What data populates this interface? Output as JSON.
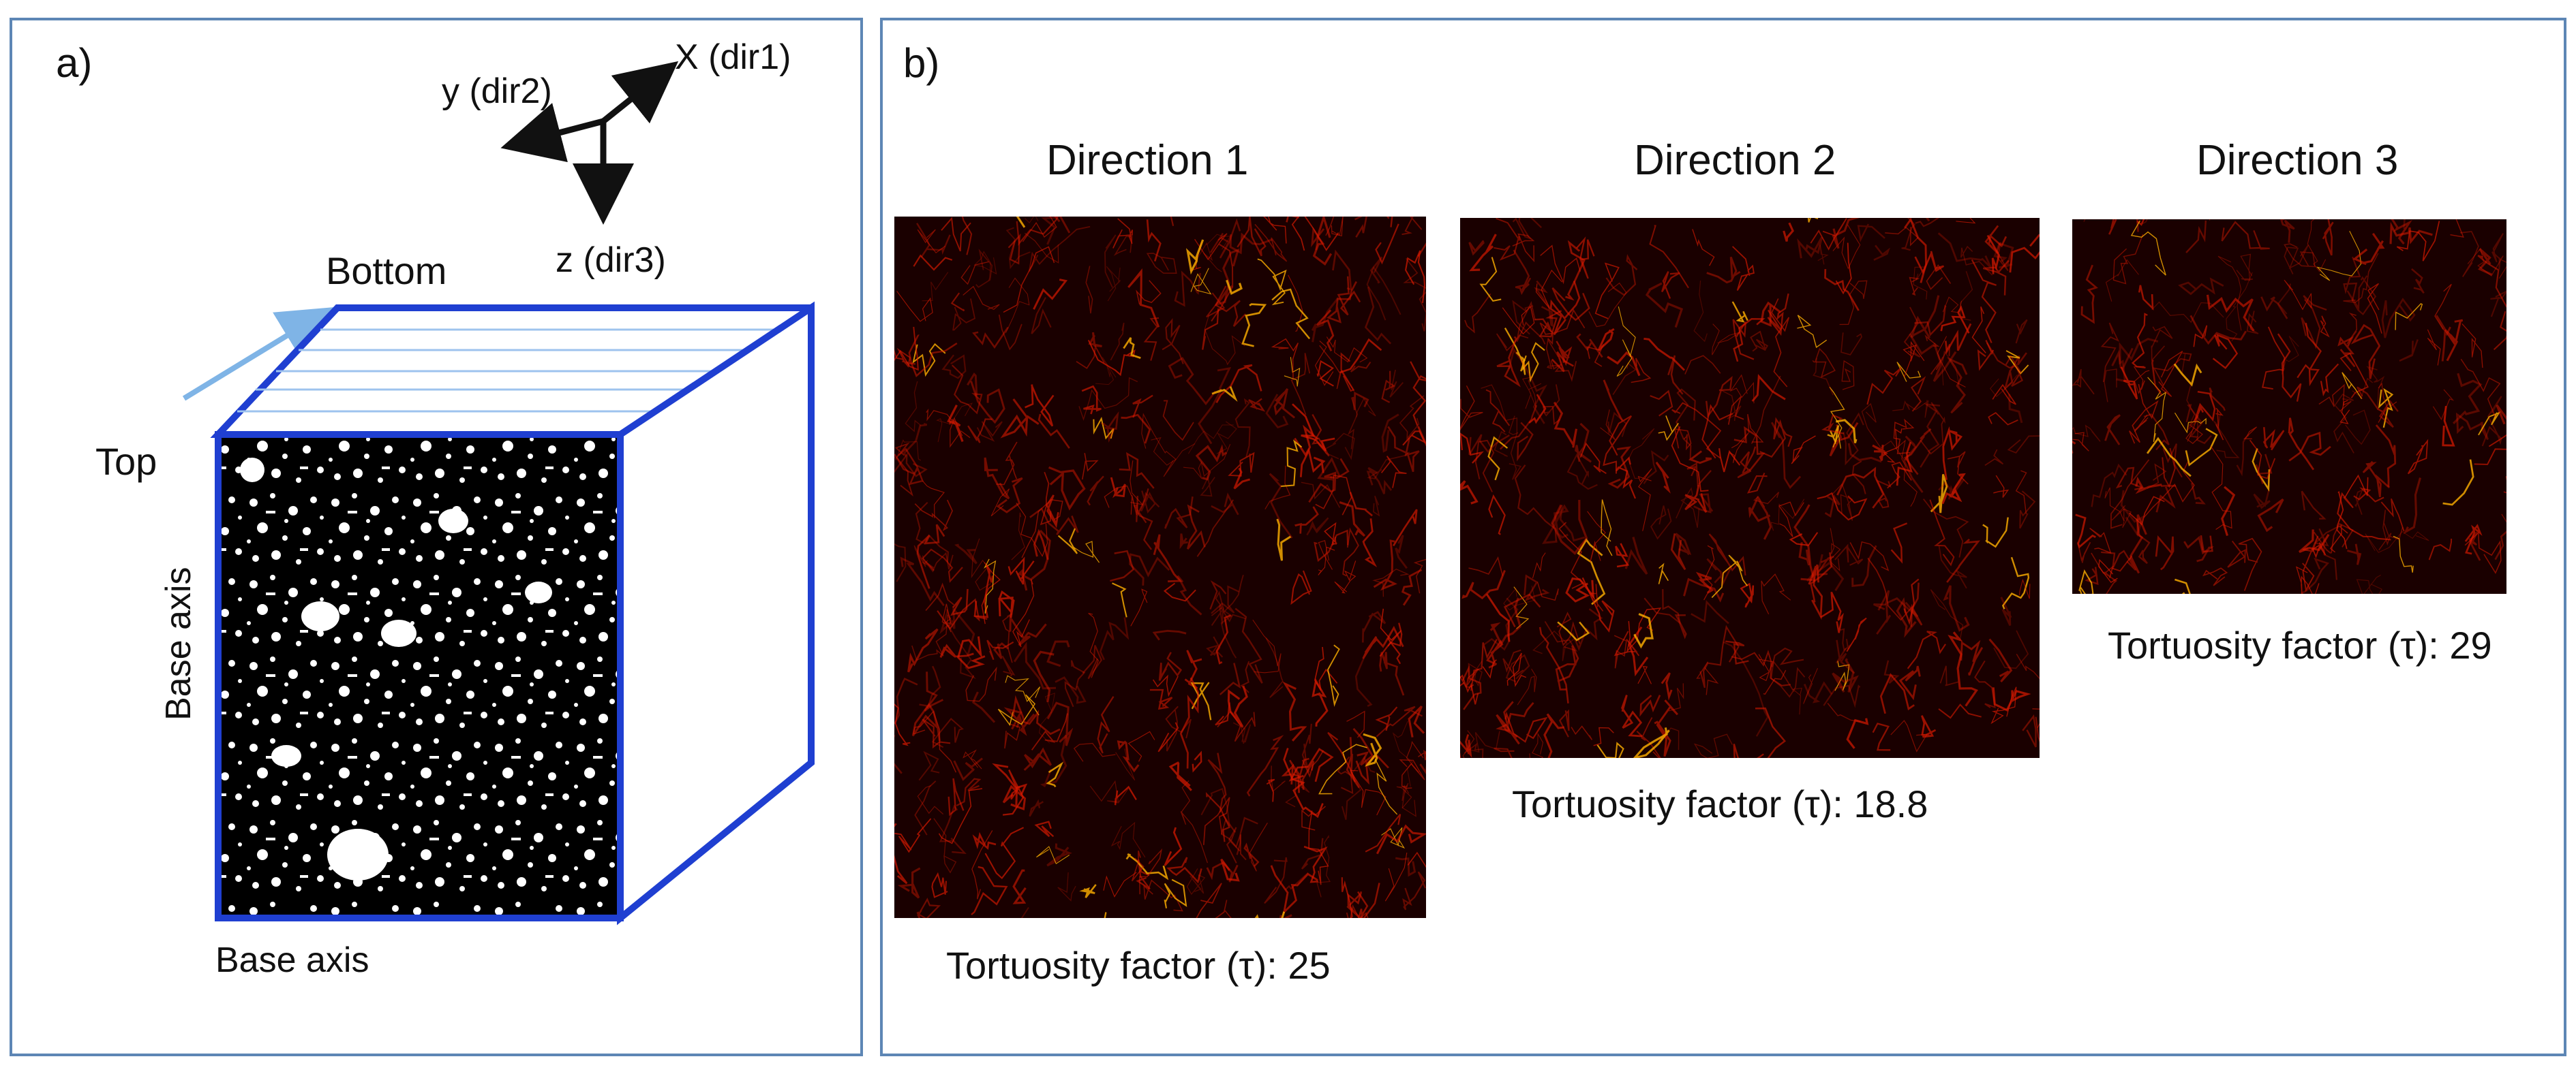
{
  "panel_a": {
    "label": "a)",
    "axes": {
      "x": "X (dir1)",
      "y": "y (dir2)",
      "z": "z (dir3)"
    },
    "bottom": "Bottom",
    "top": "Top",
    "base_axis_vertical": "Base axis",
    "base_axis_horizontal": "Base axis"
  },
  "panel_b": {
    "label": "b)",
    "directions": [
      {
        "title": "Direction 1",
        "tortuosity": "Tortuosity factor (τ): 25"
      },
      {
        "title": "Direction 2",
        "tortuosity": "Tortuosity factor (τ): 18.8"
      },
      {
        "title": "Direction 3",
        "tortuosity": "Tortuosity factor (τ): 29"
      }
    ]
  },
  "colors": {
    "frame": "#5d86b5",
    "cube_edge": "#1f3fd1",
    "bottom_arrow": "#7fb4e6",
    "map_dark": "#1a0000",
    "map_red": "#e01a00",
    "map_bright": "#ffb000"
  }
}
